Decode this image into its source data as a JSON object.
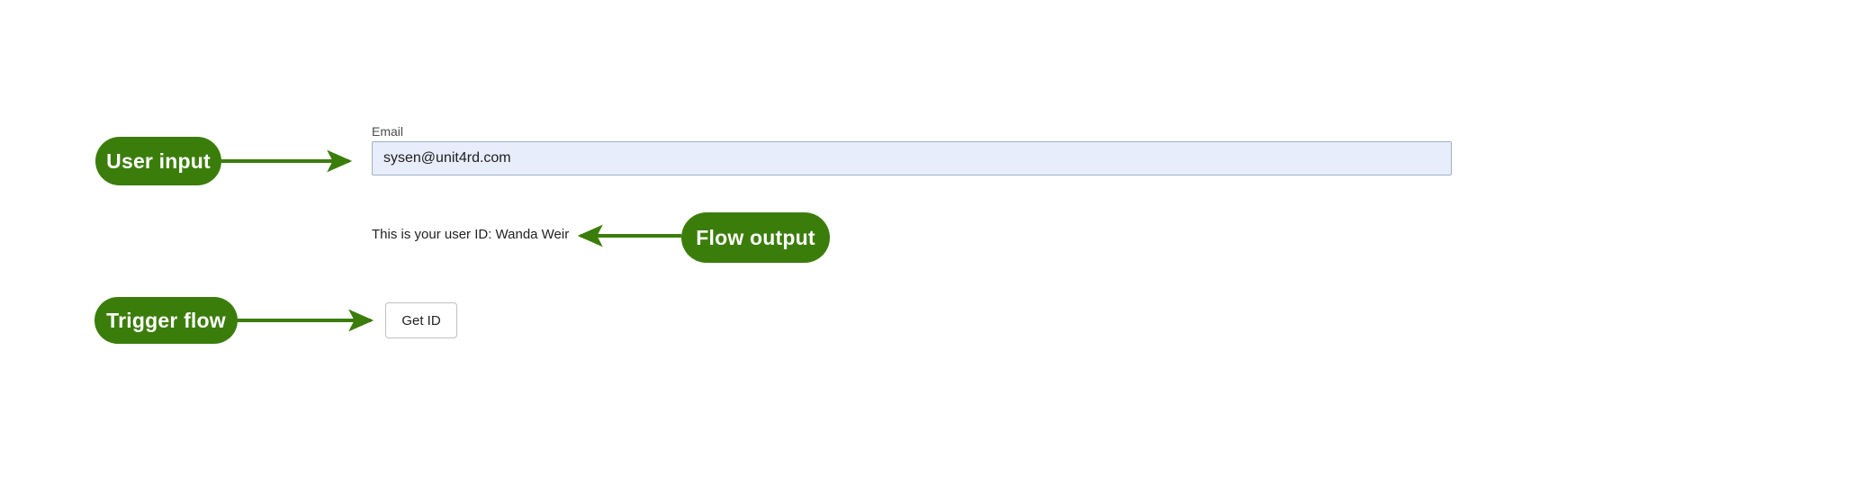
{
  "form": {
    "email_label": "Email",
    "email_value": "sysen@unit4rd.com",
    "email_placeholder": "Email",
    "output_text": "This is your user ID: Wanda Weir",
    "button_label": "Get ID"
  },
  "annotations": [
    {
      "id": "user-input",
      "label": "User input",
      "direction": "right"
    },
    {
      "id": "flow-output",
      "label": "Flow output",
      "direction": "left"
    },
    {
      "id": "trigger",
      "label": "Trigger flow",
      "direction": "right"
    }
  ],
  "colors": {
    "annotation_green": "#3b7d0b",
    "input_fill": "#e7edfa",
    "input_border": "#9fb0c4",
    "button_border": "#bfbfbf",
    "page_background": "#ffffff"
  }
}
